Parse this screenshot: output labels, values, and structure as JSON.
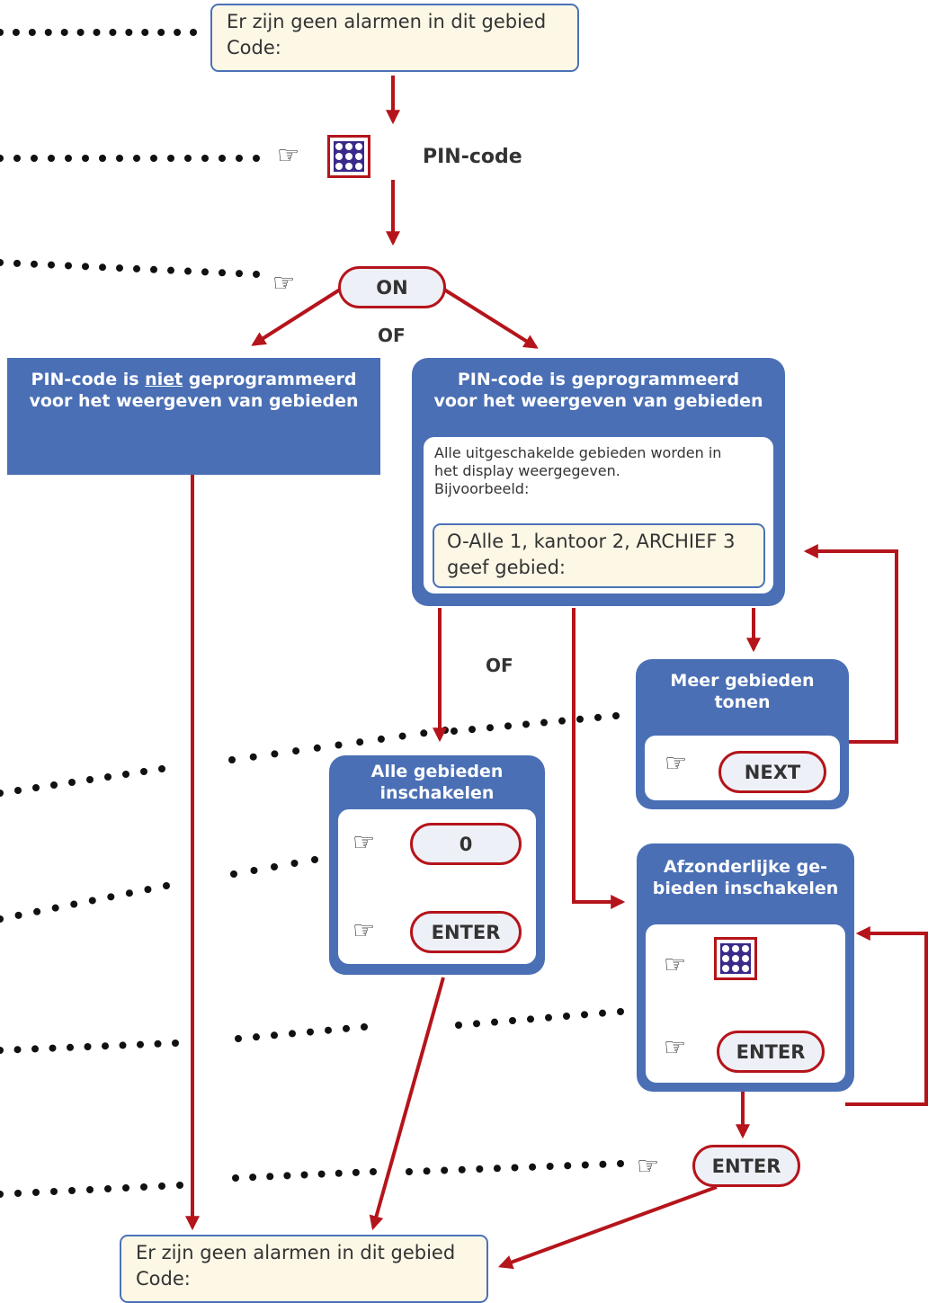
{
  "top_display": {
    "line1": "Er zijn geen alarmen in dit gebied",
    "line2": "Code:"
  },
  "pin_label": "PIN-code",
  "on_button": "ON",
  "or_label_1": "OF",
  "or_label_2": "OF",
  "left_box": {
    "title_pre": "PIN-code is ",
    "title_emph": "niet",
    "title_post": " geprogrammeerd",
    "title_line2": "voor het weergeven van gebieden"
  },
  "right_box": {
    "title_line1": "PIN-code is geprogrammeerd",
    "title_line2": "voor het weergeven van gebieden",
    "note_line1": "Alle uitgeschakelde gebieden worden in",
    "note_line2": "het display weergegeven.",
    "note_line3": "Bijvoorbeeld:",
    "display_line1": "O-Alle  1, kantoor 2, ARCHIEF 3",
    "display_line2": "geef gebied:"
  },
  "more_box": {
    "title_line1": "Meer gebieden",
    "title_line2": "tonen",
    "button": "NEXT"
  },
  "all_box": {
    "title_line1": "Alle gebieden",
    "title_line2": "inschakelen",
    "button_zero": "0",
    "button_enter": "ENTER"
  },
  "indiv_box": {
    "title_line1": "Afzonderlijke ge-",
    "title_line2": "bieden inschakelen",
    "button_enter": "ENTER"
  },
  "final_enter": "ENTER",
  "bottom_display": {
    "line1": "Er zijn geen alarmen in dit gebied",
    "line2": "Code:"
  },
  "icons": {
    "hand": "pointing-hand-icon",
    "keypad": "keypad-icon"
  },
  "colors": {
    "arrow": "#b5141b",
    "box": "#4a6fb5",
    "display_bg": "#fdf7e6",
    "display_border": "#4a72b8"
  },
  "hand_glyph": "☞"
}
